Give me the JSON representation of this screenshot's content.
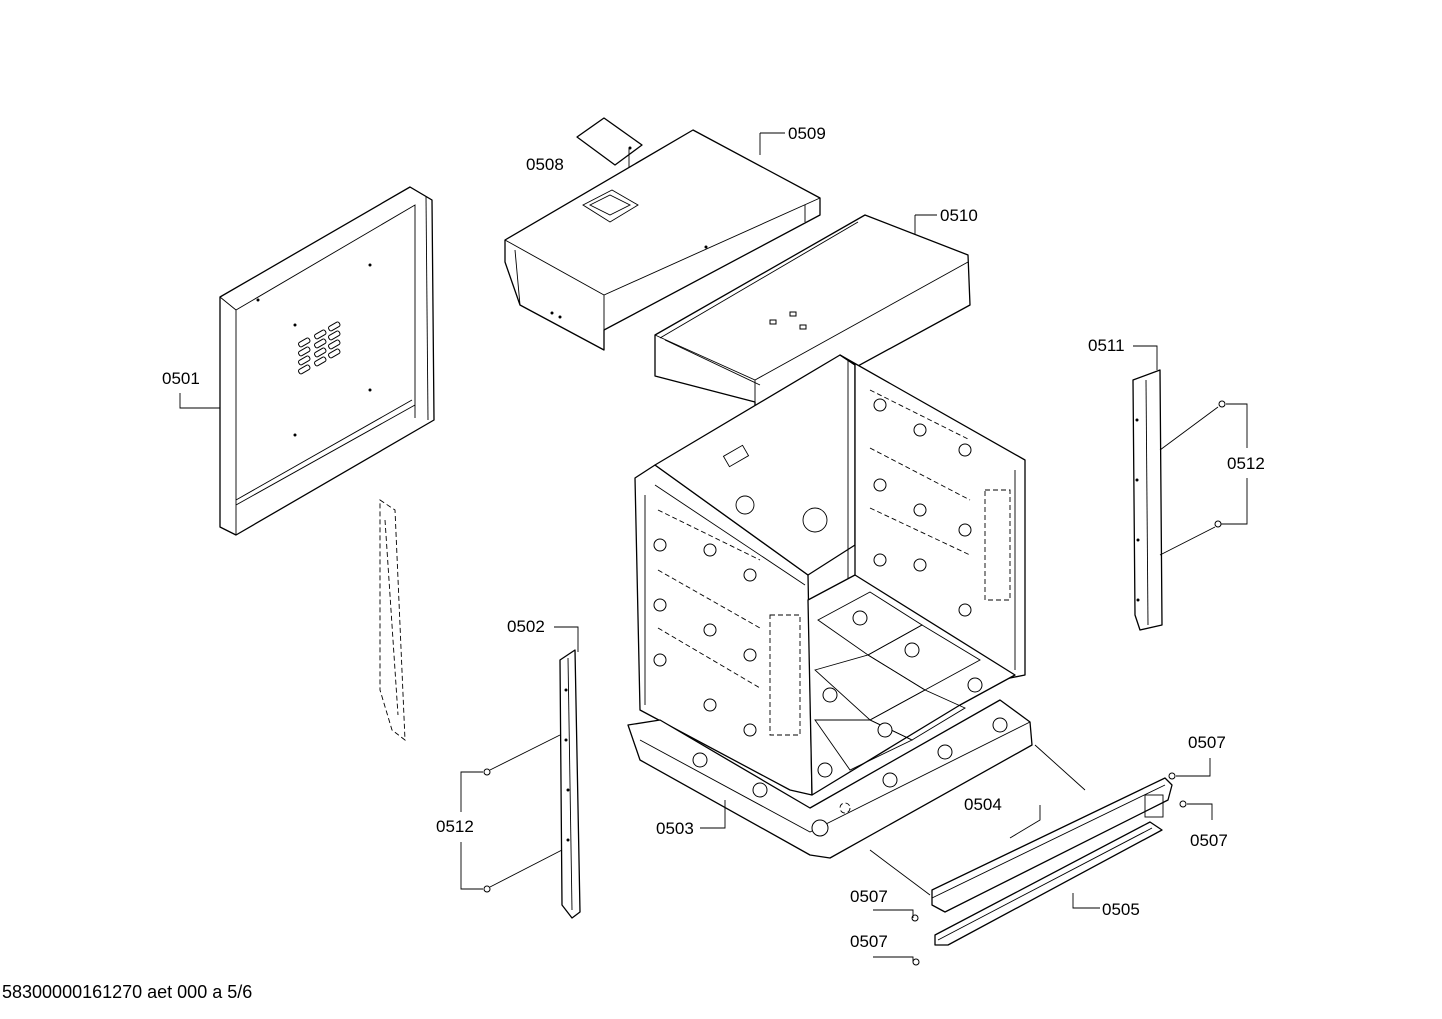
{
  "callouts": {
    "c0501": "0501",
    "c0502": "0502",
    "c0503": "0503",
    "c0504": "0504",
    "c0505": "0505",
    "c0507a": "0507",
    "c0507b": "0507",
    "c0507c": "0507",
    "c0507d": "0507",
    "c0508": "0508",
    "c0509": "0509",
    "c0510": "0510",
    "c0511": "0511",
    "c0512a": "0512",
    "c0512b": "0512"
  },
  "footer": "58300000161270 aet 000 a 5/6"
}
